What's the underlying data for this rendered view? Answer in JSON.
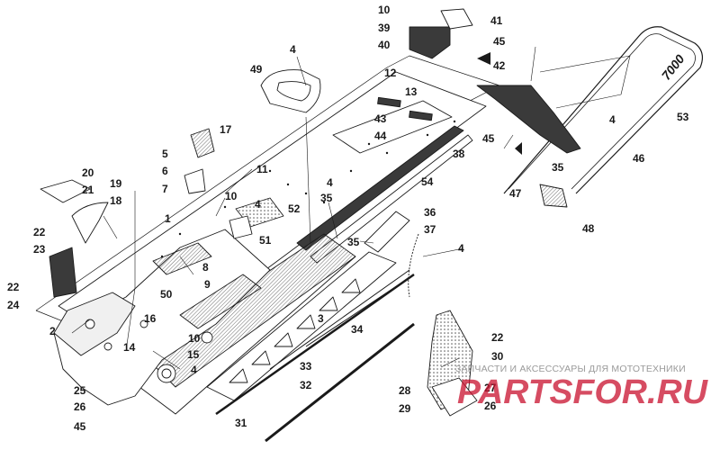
{
  "watermark": {
    "tagline": "ЗАПЧАСТИ И АКСЕССУАРЫ ДЛЯ МОТОТЕХНИКИ",
    "logo_text": "PARTSFOR.RU",
    "logo_color": "#c8102e"
  },
  "decal_text": "7000",
  "colors": {
    "line": "#1a1a1a",
    "hatch": "#6e6e6e",
    "fill_light": "#d9d9d9",
    "fill_dark": "#3a3a3a"
  },
  "callouts": {
    "c1": "1",
    "c2": "2",
    "c3": "3",
    "c4a": "4",
    "c4b": "4",
    "c4c": "4",
    "c4d": "4",
    "c4e": "4",
    "c4f": "4",
    "c5": "5",
    "c6": "6",
    "c7": "7",
    "c8": "8",
    "c9": "9",
    "c10a": "10",
    "c10b": "10",
    "c10c": "10",
    "c11": "11",
    "c12": "12",
    "c13": "13",
    "c14": "14",
    "c15": "15",
    "c16": "16",
    "c17": "17",
    "c18": "18",
    "c19": "19",
    "c20": "20",
    "c21": "21",
    "c22a": "22",
    "c22b": "22",
    "c22c": "22",
    "c23": "23",
    "c24": "24",
    "c25": "25",
    "c26a": "26",
    "c26b": "26",
    "c27": "27",
    "c28": "28",
    "c29": "29",
    "c30": "30",
    "c31": "31",
    "c32": "32",
    "c33": "33",
    "c34": "34",
    "c35a": "35",
    "c35b": "35",
    "c35c": "35",
    "c36": "36",
    "c37": "37",
    "c38": "38",
    "c39": "39",
    "c40": "40",
    "c41": "41",
    "c42": "42",
    "c43": "43",
    "c44": "44",
    "c45a": "45",
    "c45b": "45",
    "c45c": "45",
    "c46": "46",
    "c47": "47",
    "c48": "48",
    "c49": "49",
    "c50": "50",
    "c51": "51",
    "c52": "52",
    "c53": "53",
    "c54": "54"
  }
}
